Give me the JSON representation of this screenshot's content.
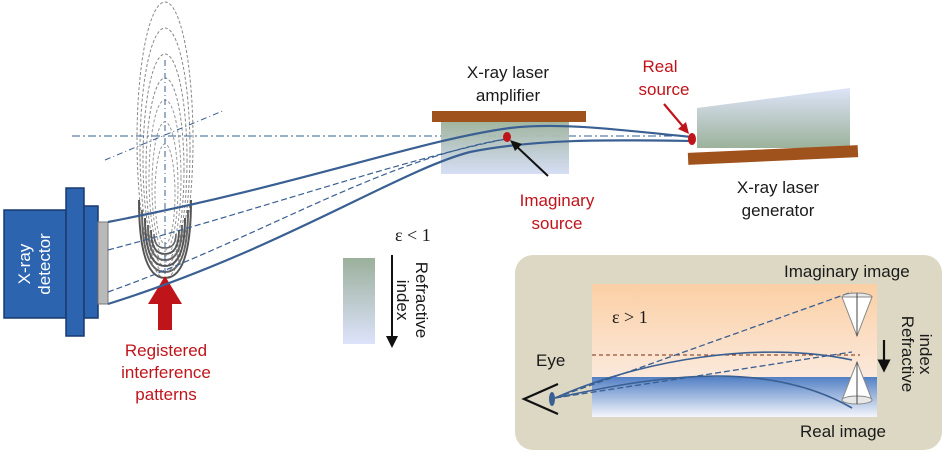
{
  "labels": {
    "amplifier_line1": "X-ray laser",
    "amplifier_line2": "amplifier",
    "real_source_line1": "Real",
    "real_source_line2": "source",
    "imaginary_source_line1": "Imaginary",
    "imaginary_source_line2": "source",
    "generator_line1": "X-ray laser",
    "generator_line2": "generator",
    "detector_line1": "X-ray",
    "detector_line2": "detector",
    "patterns_line1": "Registered",
    "patterns_line2": "interference",
    "patterns_line3": "patterns",
    "refractive_line1": "Refractive",
    "refractive_line2": "index",
    "epsilon_left": "ε < 1",
    "inset_imaginary_image": "Imaginary image",
    "inset_real_image": "Real image",
    "inset_eye": "Eye",
    "inset_epsilon": "ε > 1",
    "inset_refractive_line1": "Refractive",
    "inset_refractive_line2": "index"
  },
  "colors": {
    "beam": "#3a5f92",
    "plate": "#a0521d",
    "accent_red": "#c0141b",
    "detector_blue": "#2d64b0",
    "inset_bg": "#ddd8c4"
  }
}
